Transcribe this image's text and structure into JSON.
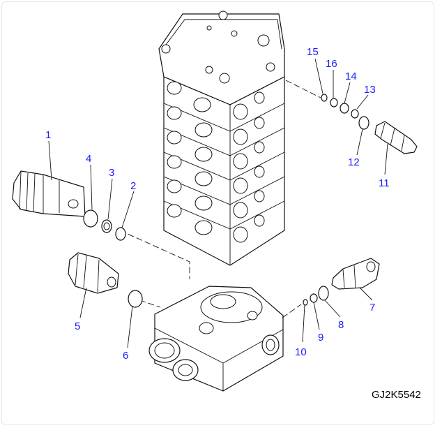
{
  "drawing_code": "GJ2K5542",
  "callouts": [
    {
      "id": "1",
      "label": "1"
    },
    {
      "id": "2",
      "label": "2"
    },
    {
      "id": "3",
      "label": "3"
    },
    {
      "id": "4",
      "label": "4"
    },
    {
      "id": "5",
      "label": "5"
    },
    {
      "id": "6",
      "label": "6"
    },
    {
      "id": "7",
      "label": "7"
    },
    {
      "id": "8",
      "label": "8"
    },
    {
      "id": "9",
      "label": "9"
    },
    {
      "id": "10",
      "label": "10"
    },
    {
      "id": "11",
      "label": "11"
    },
    {
      "id": "12",
      "label": "12"
    },
    {
      "id": "13",
      "label": "13"
    },
    {
      "id": "14",
      "label": "14"
    },
    {
      "id": "15",
      "label": "15"
    },
    {
      "id": "16",
      "label": "16"
    }
  ],
  "colors": {
    "callout": "#1a1aff",
    "line": "#111111",
    "background": "#ffffff"
  }
}
